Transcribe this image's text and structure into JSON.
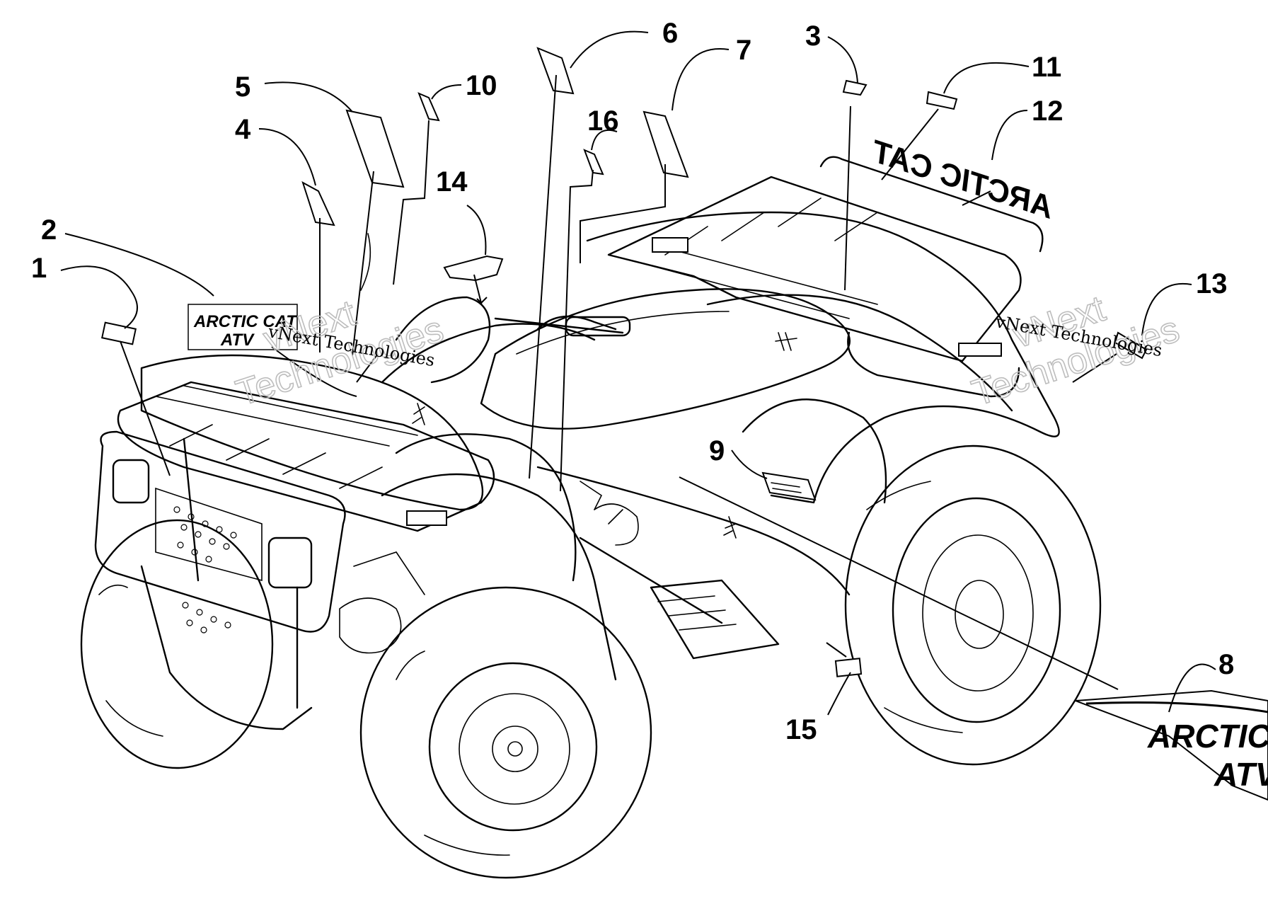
{
  "callouts": [
    {
      "id": "1",
      "label": "1"
    },
    {
      "id": "2",
      "label": "2"
    },
    {
      "id": "3",
      "label": "3"
    },
    {
      "id": "4",
      "label": "4"
    },
    {
      "id": "5",
      "label": "5"
    },
    {
      "id": "6",
      "label": "6"
    },
    {
      "id": "7",
      "label": "7"
    },
    {
      "id": "8",
      "label": "8"
    },
    {
      "id": "9",
      "label": "9"
    },
    {
      "id": "10",
      "label": "10"
    },
    {
      "id": "11",
      "label": "11"
    },
    {
      "id": "12",
      "label": "12"
    },
    {
      "id": "13",
      "label": "13"
    },
    {
      "id": "14",
      "label": "14"
    },
    {
      "id": "15",
      "label": "15"
    },
    {
      "id": "16",
      "label": "16"
    }
  ],
  "logos": {
    "small_line1": "ARCTIC CAT",
    "small_line2": "ATV",
    "large_line1": "ARCTIC CAT",
    "large_line2": "ATV",
    "rear_mirrored": "ARCTIC CAT"
  },
  "watermark": {
    "small": "vNext Technologies",
    "big_line1": "vNext",
    "big_line2": "Technologies"
  }
}
